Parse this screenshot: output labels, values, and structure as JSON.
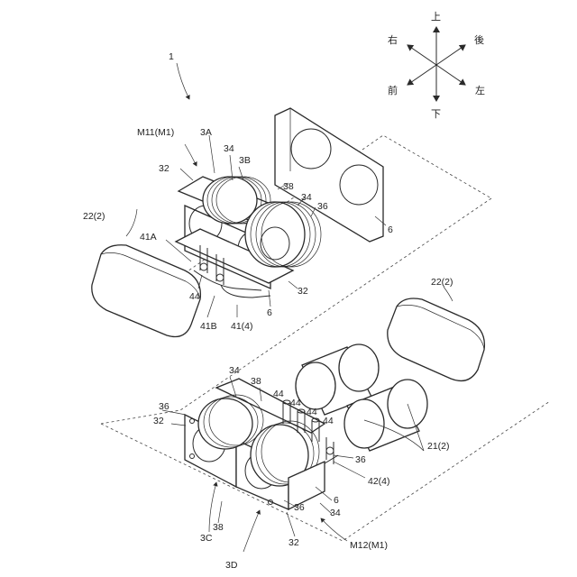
{
  "directions": {
    "up": "上",
    "down": "下",
    "right": "右",
    "left": "左",
    "front": "前",
    "back": "後"
  },
  "labels": {
    "assembly": "1",
    "m11": "M11(M1)",
    "m12": "M12(M1)",
    "unit_3a": "3A",
    "unit_3b": "3B",
    "unit_3c": "3C",
    "unit_3d": "3D",
    "heat_exchanger": "6",
    "cover_top": "22(2)",
    "cover_right": "22(2)",
    "cylinder": "21(2)",
    "frame": "32",
    "coil": "34",
    "seal": "36",
    "guide": "38",
    "pipe": "41(4)",
    "pipe_41a": "41A",
    "pipe_41b": "41B",
    "pipe_42": "42(4)",
    "port": "44"
  }
}
